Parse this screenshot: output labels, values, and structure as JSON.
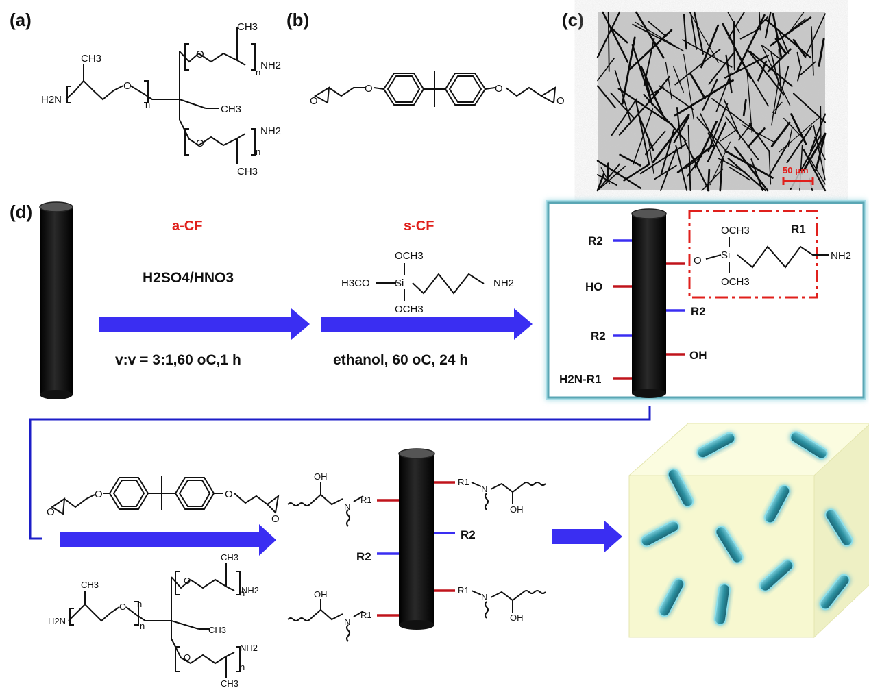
{
  "panels": {
    "a": "(a)",
    "b": "(b)",
    "c": "(c)",
    "d": "(d)"
  },
  "chem": {
    "ch3": "CH3",
    "nh2": "NH2",
    "h2n": "H2N",
    "o": "O",
    "n": "n",
    "oh": "OH",
    "ho": "HO",
    "och3": "OCH3",
    "h3co": "H3CO",
    "si": "Si",
    "r1": "R1",
    "r2": "R2",
    "nitrogen": "N",
    "h2n_r1": "H2N-R1"
  },
  "micrograph": {
    "scale_bar": "50 μm"
  },
  "steps": {
    "acid": {
      "product": "a-CF",
      "reagent": "H2SO4/HNO3",
      "conditions": "v:v = 3:1,60 oC,1 h"
    },
    "silane": {
      "product": "s-CF",
      "conditions": "ethanol, 60 oC, 24 h"
    }
  },
  "colors": {
    "arrow": "#3a2ef2",
    "acid_bond": "#c0141c",
    "r2_bond": "#3a2ef2",
    "frame": "#5aa6b4",
    "frame_glow": "#a8dde6",
    "dashed_box": "#e0201c",
    "cube_face": "#f7f8d0",
    "fiber_teal": "#2b8fa0",
    "cylinder": "#111111"
  }
}
